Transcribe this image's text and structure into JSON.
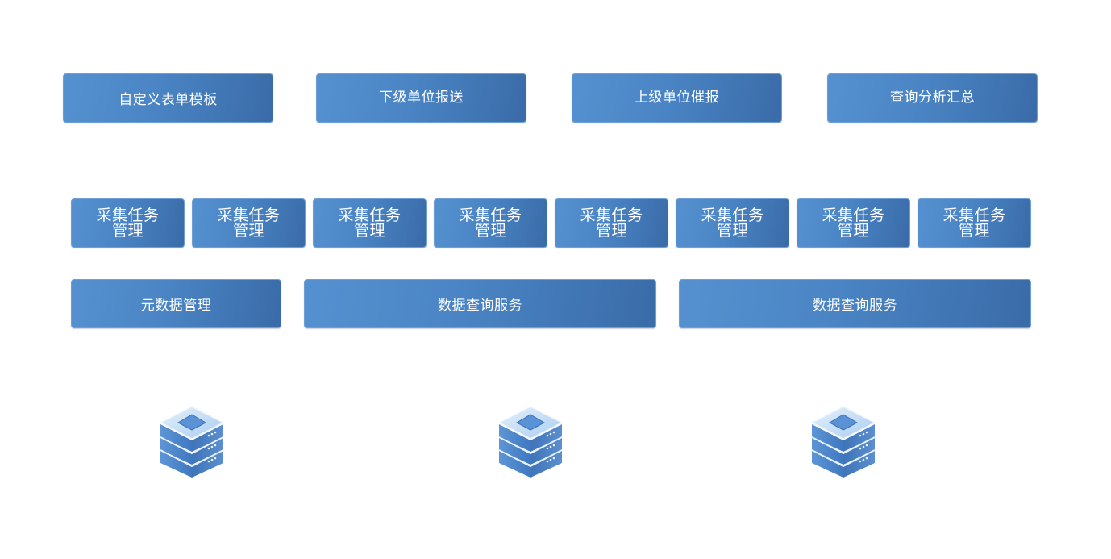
{
  "top_row": [
    {
      "label": "自定义表单模板"
    },
    {
      "label": "下级单位报送"
    },
    {
      "label": "上级单位催报"
    },
    {
      "label": "查询分析汇总"
    }
  ],
  "task_row": [
    {
      "line1": "采集任务",
      "line2": "管理"
    },
    {
      "line1": "采集任务",
      "line2": "管理"
    },
    {
      "line1": "采集任务",
      "line2": "管理"
    },
    {
      "line1": "采集任务",
      "line2": "管理"
    },
    {
      "line1": "采集任务",
      "line2": "管理"
    },
    {
      "line1": "采集任务",
      "line2": "管理"
    },
    {
      "line1": "采集任务",
      "line2": "管理"
    },
    {
      "line1": "采集任务",
      "line2": "管理"
    }
  ],
  "service_row": [
    {
      "label": "元数据管理"
    },
    {
      "label": "数据查询服务"
    },
    {
      "label": "数据查询服务"
    }
  ],
  "databases": [
    {
      "icon": "database-server-icon"
    },
    {
      "icon": "database-server-icon"
    },
    {
      "icon": "database-server-icon"
    }
  ],
  "colors": {
    "box_start": "#5591d0",
    "box_end": "#3a6ba8",
    "box_border": "#6f9fd4",
    "text": "#ffffff"
  }
}
